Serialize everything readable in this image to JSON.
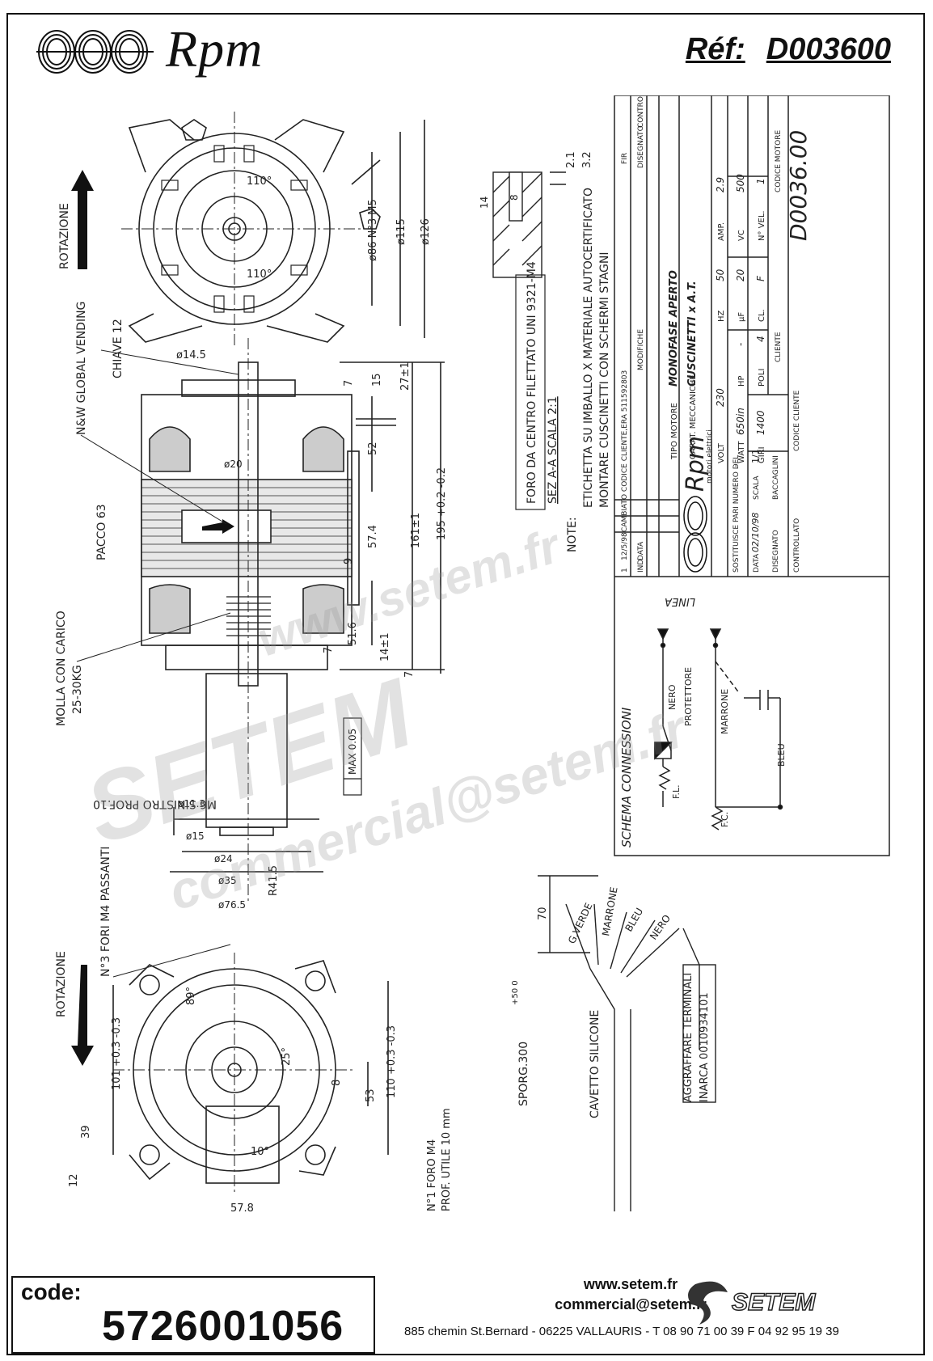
{
  "header": {
    "brand": "Rpm",
    "ref_label": "Réf:",
    "ref_value": "D003600"
  },
  "views": {
    "top": {
      "rotation": "ROTAZIONE",
      "dims": [
        "ø86 N°3 M5",
        "ø115",
        "ø126",
        "110°",
        "110°"
      ]
    },
    "side": {
      "labels": [
        "CHIAVE 12",
        "N&W GLOBAL VENDING",
        "PACCO 63",
        "MOLLA CON CARICO",
        "25-30KG",
        "M6 SINISTRO PROF.10",
        "N°3 FORI M4 PASSANTI"
      ],
      "dims": [
        "ø14.5",
        "ø20",
        "7",
        "15",
        "27±1",
        "52",
        "57.4",
        "161±1",
        "195 +0.2 -0.2",
        "9",
        "51.6",
        "14±1",
        "7",
        "7",
        "ø11.3",
        "ø15",
        "ø24",
        "ø35",
        "ø76.5",
        "MAX 0.05"
      ]
    },
    "bottom": {
      "rotation": "ROTAZIONE",
      "dims": [
        "R41.5",
        "89°",
        "101 +0.3 -0.3",
        "110 +0.3 -0.3",
        "53",
        "25°",
        "8",
        "39",
        "12",
        "10°",
        "57.8"
      ],
      "hole_note": [
        "N°1 FORO M4",
        "PROF. UTILE 10 mm"
      ]
    }
  },
  "section": {
    "title": "FORO DA CENTRO FILETTATO UNI 9321-M4",
    "scale": "SEZ A-A  SCALA 2:1",
    "dims": [
      "2.1",
      "3.2",
      "14",
      "8"
    ]
  },
  "notes": {
    "label": "NOTE:",
    "lines": [
      "ETICHETTA SU IMBALLO X MATERIALE AUTOCERTIFICATO",
      "MONTARE CUSCINETTI CON SCHERMI STAGNI"
    ]
  },
  "title_block": {
    "revision": {
      "num": "1",
      "date": "12/5/98",
      "text": "CAMBIATO CODICE CLIENTE,ERA 511592803"
    },
    "headers": [
      "IND",
      "DATA",
      "MODIFICHE",
      "DISEGNATO",
      "CONTROLLATO",
      "FIR"
    ],
    "brand": "Rpm",
    "brand_sub": "motori elettrici",
    "tipo_motore_label": "TIPO MOTORE",
    "tipo_motore": "MONOFASE APERTO",
    "carat_label": "CARAT. MECCANICHE",
    "carat": "CUSCINETTI x A.T.",
    "specs": [
      [
        "VOLT",
        "230",
        "HZ",
        "50",
        "AMP.",
        "2.9"
      ],
      [
        "WATT",
        "650in",
        "HP",
        "-",
        "µF",
        "20",
        "VC",
        "500"
      ],
      [
        "GIRI",
        "1400",
        "POLI",
        "4",
        "CL.",
        "F",
        "N° VEL.",
        "1"
      ]
    ],
    "sostituisce": "SOSTITUISCE PARI NUMERO DEL",
    "sostituisce_val": "-",
    "data_label": "DATA",
    "data_val": "02/10/98",
    "scala_label": "SCALA",
    "scala_val": "1/1",
    "disegnato_label": "DISEGNATO",
    "disegnato_val": "BACCAGLINI",
    "controllato_label": "CONTROLLATO",
    "cliente_label": "CLIENTE",
    "codice_cliente_label": "CODICE CLIENTE",
    "codice_motore_label": "CODICE MOTORE",
    "codice_motore": "D0036.00"
  },
  "schema": {
    "title": "SCHEMA CONNESSIONI",
    "labels": [
      "LINEA",
      "NERO",
      "PROTETTORE",
      "MARRONE",
      "BLEU",
      "F.L.",
      "F.C."
    ]
  },
  "cable": {
    "wires": [
      "G.VERDE",
      "MARRONE",
      "BLEU",
      "NERO"
    ],
    "dim": "70",
    "sporg": "SPORG.300",
    "sporg_tol": "+50 0",
    "cavetto": "CAVETTO SILICONE",
    "aggraffare": [
      "AGGRAFFARE TERMINALI",
      "INARCA 0010934101"
    ]
  },
  "footer": {
    "code_label": "code:",
    "code_value": "5726001056",
    "web": "www.setem.fr",
    "email": "commercial@setem.fr",
    "address": "885 chemin St.Bernard  -  06225 VALLAURIS  -  T 08 90 71 00 39   F 04 92 95 19 39",
    "logo": "SETEM"
  },
  "watermarks": [
    "www.setem.fr",
    "SETEM",
    "commercial@setem.fr"
  ]
}
